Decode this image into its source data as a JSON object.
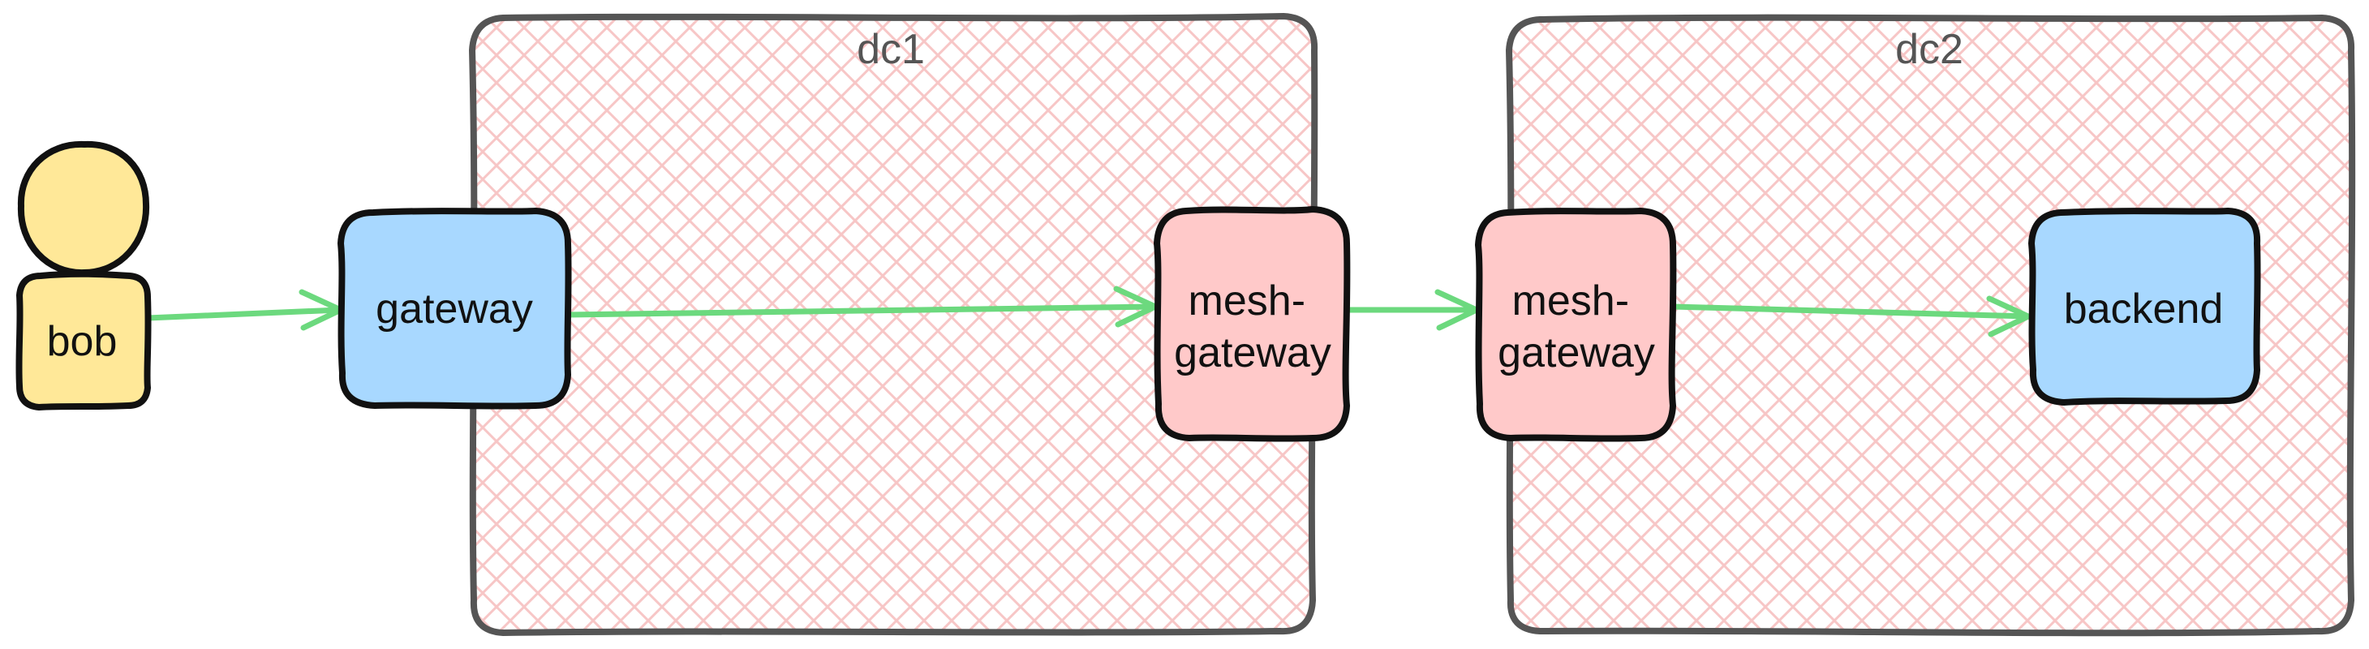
{
  "colors": {
    "frame_stroke": "#555555",
    "frame_hatch": "#f7c6c6",
    "node_stroke": "#111111",
    "actor_fill": "#ffe898",
    "service_fill": "#a8d8ff",
    "mesh_gateway_fill": "#ffc9c9",
    "arrow": "#6cd97e"
  },
  "frames": [
    {
      "id": "dc1",
      "label": "dc1"
    },
    {
      "id": "dc2",
      "label": "dc2"
    }
  ],
  "nodes": {
    "bob": {
      "label": "bob",
      "kind": "actor",
      "icon": "person-icon"
    },
    "gateway": {
      "label": "gateway",
      "kind": "service"
    },
    "mesh_gateway_dc1": {
      "line1": "mesh-",
      "line2": "gateway",
      "kind": "mesh-gateway"
    },
    "mesh_gateway_dc2": {
      "line1": "mesh-",
      "line2": "gateway",
      "kind": "mesh-gateway"
    },
    "backend": {
      "label": "backend",
      "kind": "service"
    }
  },
  "edges": [
    {
      "from": "bob",
      "to": "gateway"
    },
    {
      "from": "gateway",
      "to": "mesh_gateway_dc1"
    },
    {
      "from": "mesh_gateway_dc1",
      "to": "mesh_gateway_dc2"
    },
    {
      "from": "mesh_gateway_dc2",
      "to": "backend"
    }
  ]
}
